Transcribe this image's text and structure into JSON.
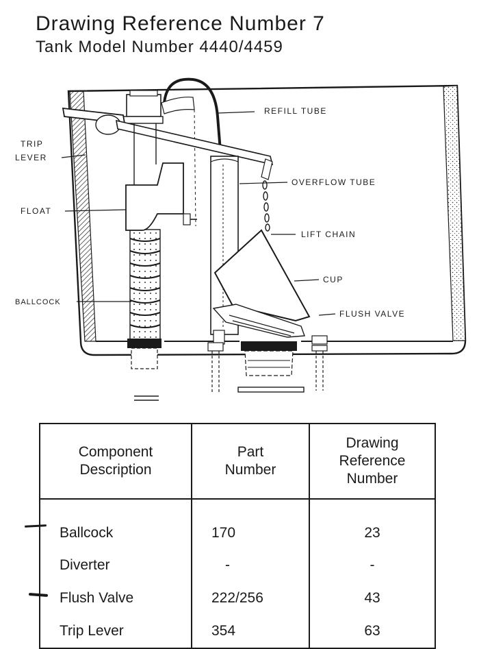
{
  "header": {
    "title": "Drawing Reference Number 7",
    "subtitle": "Tank Model Number 4440/4459"
  },
  "diagram_labels": {
    "refill_tube": "REFILL TUBE",
    "trip_lever_line1": "TRIP",
    "trip_lever_line2": "LEVER",
    "overflow_tube": "OVERFLOW TUBE",
    "float": "FLOAT",
    "lift_chain": "LIFT CHAIN",
    "cup": "CUP",
    "ballcock": "BALLCOCK",
    "flush_valve": "FLUSH VALVE"
  },
  "table": {
    "headers": [
      [
        "Component",
        "Description"
      ],
      [
        "Part",
        "Number"
      ],
      [
        "Drawing",
        "Reference",
        "Number"
      ]
    ],
    "rows": [
      {
        "component": "Ballcock",
        "part": "170",
        "ref": "23"
      },
      {
        "component": "Diverter",
        "part": "-",
        "ref": "-"
      },
      {
        "component": "Flush Valve",
        "part": "222/256",
        "ref": "43"
      },
      {
        "component": "Trip Lever",
        "part": "354",
        "ref": "63"
      }
    ]
  },
  "colors": {
    "ink": "#1a1a1a",
    "paper": "#ffffff"
  }
}
